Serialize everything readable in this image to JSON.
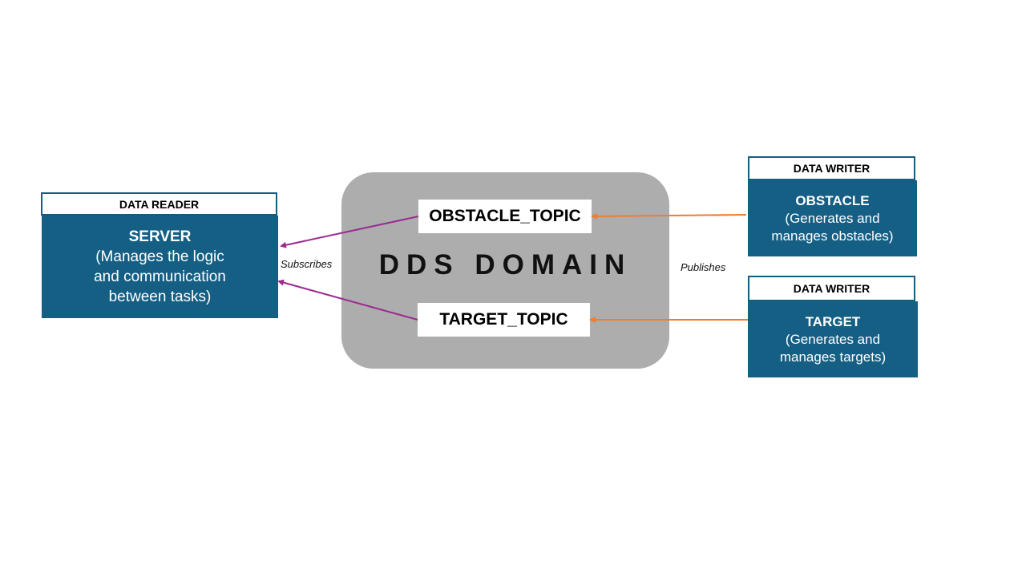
{
  "domain": {
    "title": "DDS DOMAIN"
  },
  "topics": {
    "obstacle": "OBSTACLE_TOPIC",
    "target": "TARGET_TOPIC"
  },
  "server": {
    "role": "DATA READER",
    "title": "SERVER",
    "description": "(Manages the logic\nand communication\nbetween tasks)"
  },
  "obstacle_writer": {
    "role": "DATA WRITER",
    "title": "OBSTACLE",
    "description": "(Generates and\nmanages obstacles)"
  },
  "target_writer": {
    "role": "DATA WRITER",
    "title": "TARGET",
    "description": "(Generates and\nmanages targets)"
  },
  "edges": {
    "subscribes_label": "Subscribes",
    "publishes_label": "Publishes"
  },
  "colors": {
    "node_fill": "#155f85",
    "domain_fill": "#adadad",
    "subscribe_arrow": "#9b2a8f",
    "publish_arrow": "#ed7d31"
  }
}
